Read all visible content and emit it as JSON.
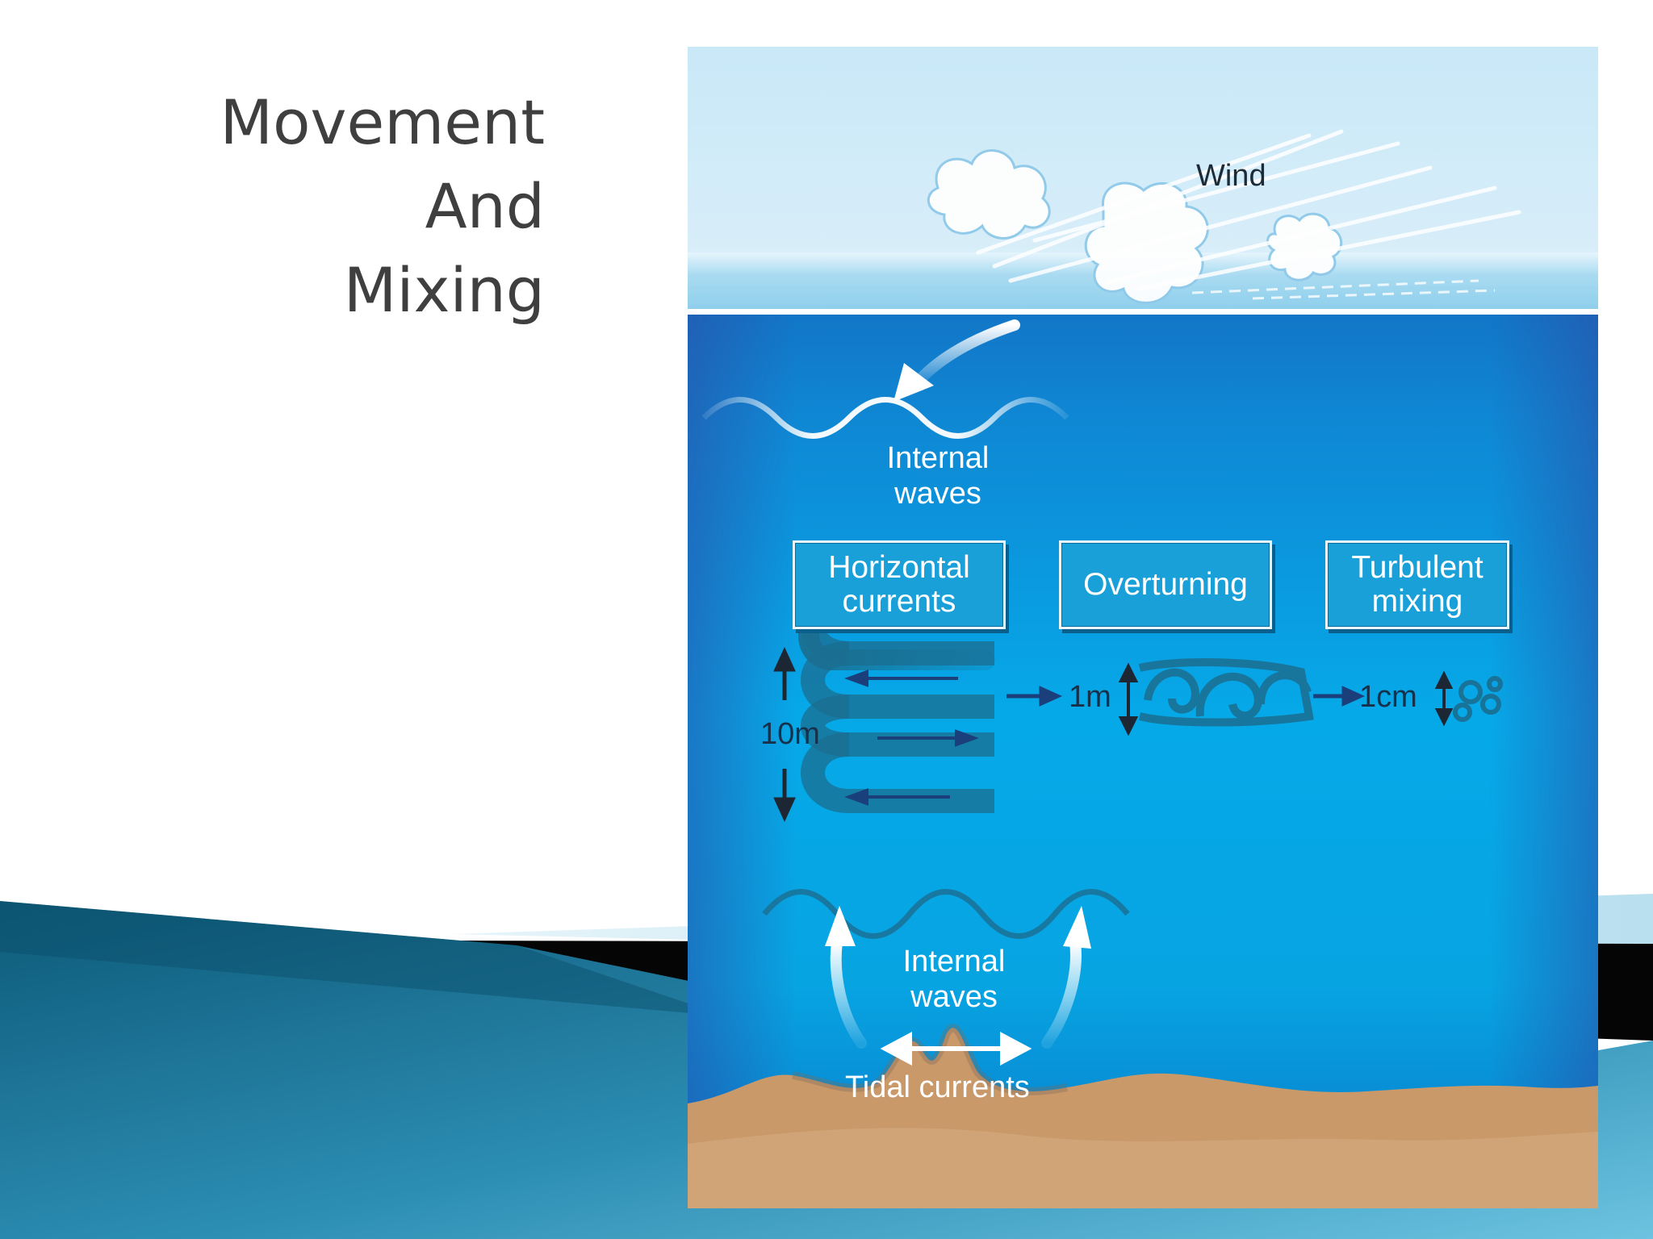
{
  "slide": {
    "title_lines": [
      "Movement",
      "And",
      "Mixing"
    ]
  },
  "figure": {
    "wind_label": "Wind",
    "internal_waves_top": [
      "Internal",
      "waves"
    ],
    "boxes": [
      {
        "lines": [
          "Horizontal",
          "currents"
        ]
      },
      {
        "lines": [
          "Overturning"
        ]
      },
      {
        "lines": [
          "Turbulent",
          "mixing"
        ]
      }
    ],
    "scales": [
      "10m",
      "1m",
      "1cm"
    ],
    "internal_waves_bottom": [
      "Internal",
      "waves"
    ],
    "tidal_label": "Tidal currents"
  },
  "colors": {
    "sky": "#cce9f8",
    "ocean_surface": "#1a7fd0",
    "ocean_mid": "#0aa6e6",
    "seafloor": "#c9996a",
    "title_text": "#3f3f3f",
    "wave_band": "#1a6e8e"
  }
}
